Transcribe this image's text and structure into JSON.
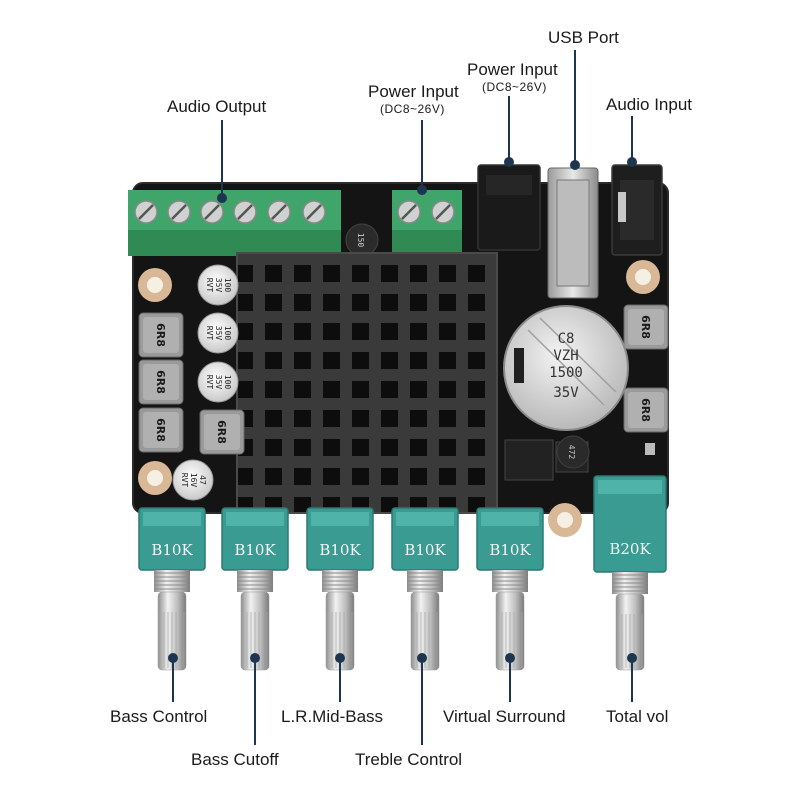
{
  "labels": {
    "audio_output": "Audio Output",
    "power_input_1": "Power Input",
    "power_input_1_spec": "(DC8~26V)",
    "power_input_2": "Power Input",
    "power_input_2_spec": "(DC8~26V)",
    "usb_port": "USB Port",
    "audio_input": "Audio Input",
    "bass_control": "Bass Control",
    "bass_cutoff": "Bass Cutoff",
    "lr_mid_bass": "L.R.Mid-Bass",
    "treble_control": "Treble Control",
    "virtual_surround": "Virtual Surround",
    "total_vol": "Total vol"
  },
  "pots": [
    "B10K",
    "B10K",
    "B10K",
    "B10K",
    "B10K",
    "B20K"
  ],
  "inductors": [
    "6R8",
    "6R8",
    "6R8",
    "6R8",
    "6R8",
    "6R8"
  ],
  "small_inductor": "150",
  "small_caps": [
    [
      "100",
      "35V",
      "RVT"
    ],
    [
      "100",
      "35V",
      "RVT"
    ],
    [
      "100",
      "35V",
      "RVT"
    ],
    [
      "47",
      "16V",
      "RVT"
    ]
  ],
  "big_cap": [
    "C8",
    "VZH",
    "1500",
    "35V"
  ],
  "chip_cap": "472",
  "colors": {
    "pcb": "#141414",
    "terminal": "#3fa56a",
    "pot_body": "#3a9b93",
    "heatsink": "#1c1c1c",
    "pointer": "#1e3550"
  }
}
